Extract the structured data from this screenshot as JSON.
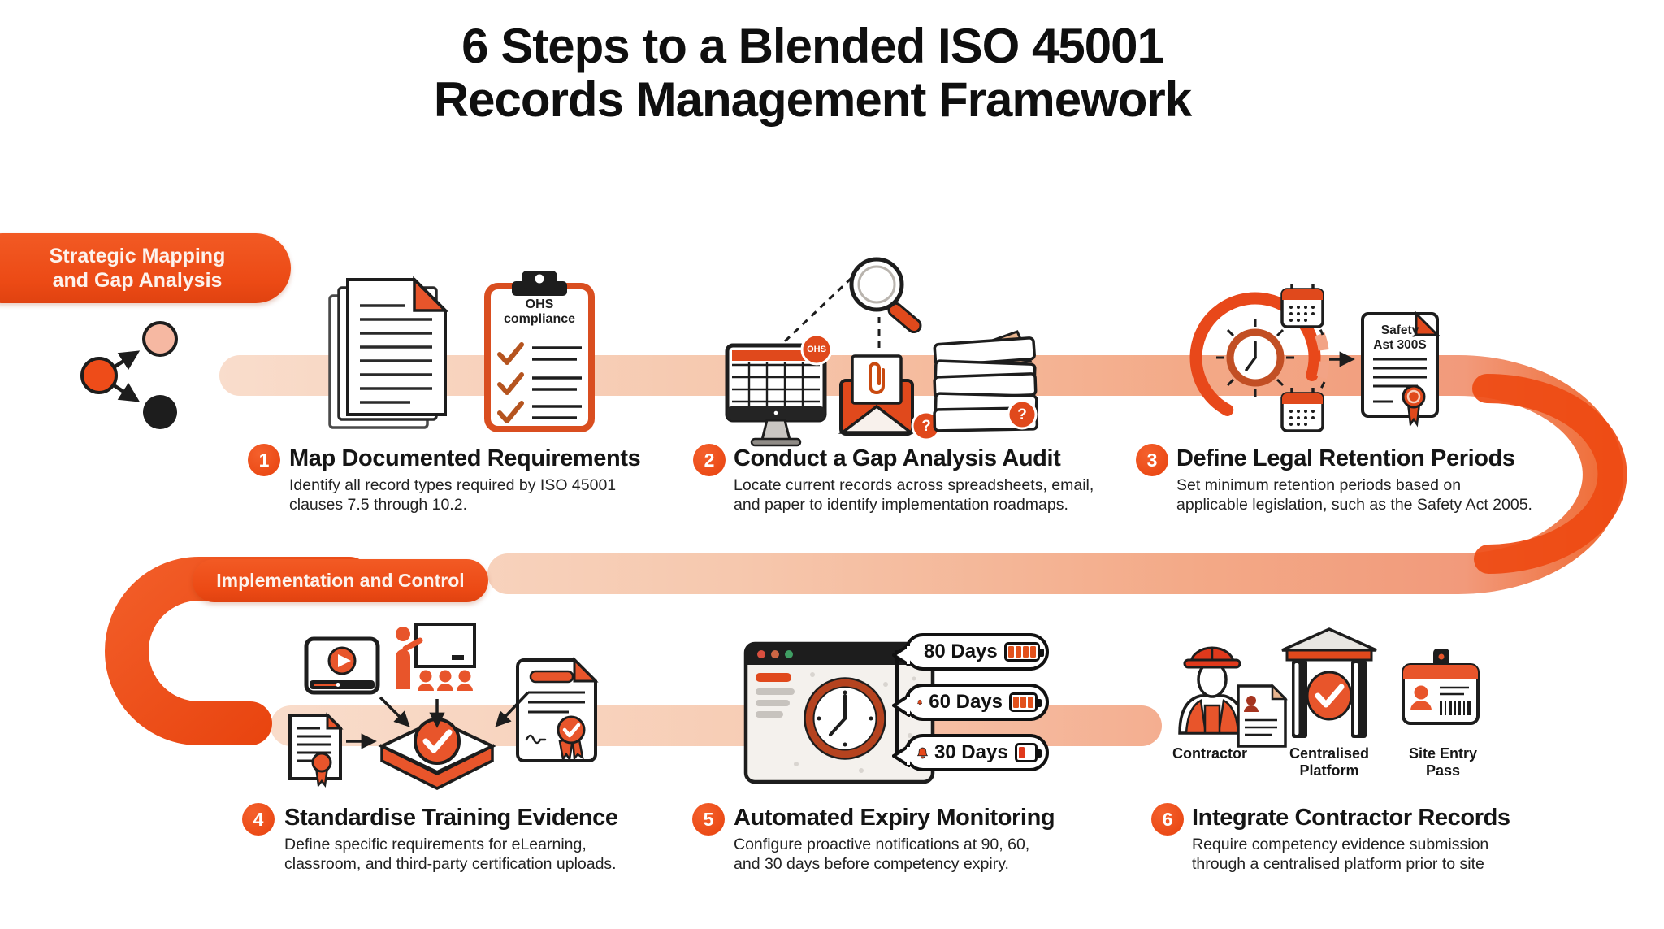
{
  "title": {
    "line1": "6 Steps to a Blended ISO 45001",
    "line2": "Records Management Framework"
  },
  "phase_banners": {
    "phase1_line1": "Strategic Mapping",
    "phase1_line2": "and Gap Analysis",
    "phase2": "Implementation and Control"
  },
  "steps": [
    {
      "num": "1",
      "title": "Map Documented Requirements",
      "desc1": "Identify all record types required by ISO 45001",
      "desc2": "clauses 7.5 through 10.2."
    },
    {
      "num": "2",
      "title": "Conduct a Gap Analysis Audit",
      "desc1": "Locate current records across spreadsheets, email,",
      "desc2": "and paper to identify implementation roadmaps."
    },
    {
      "num": "3",
      "title": "Define Legal Retention Periods",
      "desc1": "Set minimum retention periods based on",
      "desc2": "applicable legislation, such as the Safety Act 2005."
    },
    {
      "num": "4",
      "title": "Standardise Training Evidence",
      "desc1": "Define specific requirements for eLearning,",
      "desc2": "classroom, and third-party certification uploads."
    },
    {
      "num": "5",
      "title": "Automated Expiry Monitoring",
      "desc1": "Configure proactive notifications at 90, 60,",
      "desc2": "and 30 days before competency expiry."
    },
    {
      "num": "6",
      "title": "Integrate Contractor Records",
      "desc1": "Require competency evidence submission",
      "desc2": "through a centralised platform prior to site"
    }
  ],
  "icon_labels": {
    "clipboard_line1": "OHS",
    "clipboard_line2": "compliance",
    "ohs_badge": "OHS",
    "question_badge_1": "?",
    "question_badge_2": "?",
    "retention_doc_line1": "Safety",
    "retention_doc_line2": "Ast 300S",
    "contractor": "Contractor",
    "centralised_line1": "Centralised",
    "centralised_line2": "Platform",
    "site_pass_line1": "Site Entry",
    "site_pass_line2": "Pass"
  },
  "expiry_bubbles": [
    {
      "label": "80 Days",
      "bars": 4,
      "bar_color": "#e2511c"
    },
    {
      "label": "60 Days",
      "bars": 3,
      "bar_color": "#e2511c"
    },
    {
      "label": "30 Days",
      "bars": 1,
      "bar_color": "#e0391c"
    }
  ],
  "colors": {
    "brand_orange": "#ee4c19",
    "deep_orange": "#e0491c",
    "salmon": "#f2a385",
    "peach": "#f8dcca",
    "ink": "#1d1d1d"
  }
}
